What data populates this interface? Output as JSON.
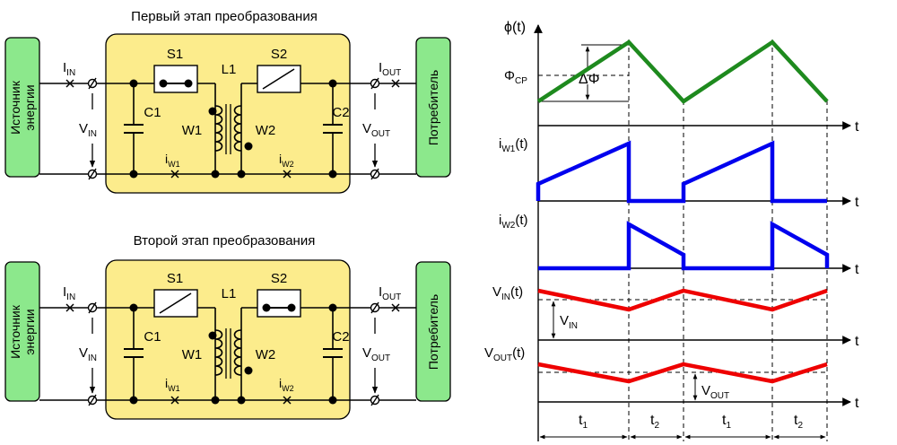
{
  "stage1": {
    "title": "Первый этап преобразования",
    "source": "Источник\nэнергии",
    "load": "Потребитель",
    "s1": "S1",
    "s2": "S2",
    "l1": "L1",
    "c1": "C1",
    "c2": "C2",
    "w1": "W1",
    "w2": "W2",
    "i_in": {
      "main": "I",
      "sub": "IN"
    },
    "i_out": {
      "main": "I",
      "sub": "OUT"
    },
    "v_in": {
      "main": "V",
      "sub": "IN"
    },
    "v_out": {
      "main": "V",
      "sub": "OUT"
    },
    "i_w1": {
      "main": "i",
      "sub": "W1"
    },
    "i_w2": {
      "main": "i",
      "sub": "W2"
    },
    "s1_state": "closed",
    "s2_state": "open"
  },
  "stage2": {
    "title": "Второй этап преобразования",
    "source": "Источник\nэнергии",
    "load": "Потребитель",
    "s1": "S1",
    "s2": "S2",
    "l1": "L1",
    "c1": "C1",
    "c2": "C2",
    "w1": "W1",
    "w2": "W2",
    "i_in": {
      "main": "I",
      "sub": "IN"
    },
    "i_out": {
      "main": "I",
      "sub": "OUT"
    },
    "v_in": {
      "main": "V",
      "sub": "IN"
    },
    "v_out": {
      "main": "V",
      "sub": "OUT"
    },
    "i_w1": {
      "main": "i",
      "sub": "W1"
    },
    "i_w2": {
      "main": "i",
      "sub": "W2"
    },
    "s1_state": "open",
    "s2_state": "closed"
  },
  "waveforms": {
    "phi": {
      "main": "ϕ(t)",
      "color": "#1e8a1e"
    },
    "phi_cp": {
      "main": "Φ",
      "sub": "CP"
    },
    "delta_phi": "ΔΦ",
    "iw1": {
      "main": "i",
      "sub": "W1",
      "tail": "(t)",
      "color": "#0000ee"
    },
    "iw2": {
      "main": "i",
      "sub": "W2",
      "tail": "(t)",
      "color": "#0000ee"
    },
    "vin": {
      "main": "V",
      "sub": "IN",
      "tail": "(t)",
      "color": "#ee0000"
    },
    "vin_delta": {
      "main": "V",
      "sub": "IN"
    },
    "vout": {
      "main": "V",
      "sub": "OUT",
      "tail": "(t)",
      "color": "#ee0000"
    },
    "vout_delta": {
      "main": "V",
      "sub": "OUT"
    },
    "t_axis": "t",
    "intervals": [
      {
        "main": "t",
        "sub": "1"
      },
      {
        "main": "t",
        "sub": "2"
      },
      {
        "main": "t",
        "sub": "1"
      },
      {
        "main": "t",
        "sub": "2"
      }
    ]
  },
  "colors": {
    "converter_box": "#fcec8c",
    "block_fill": "#8ce88c",
    "wire": "#000000"
  }
}
